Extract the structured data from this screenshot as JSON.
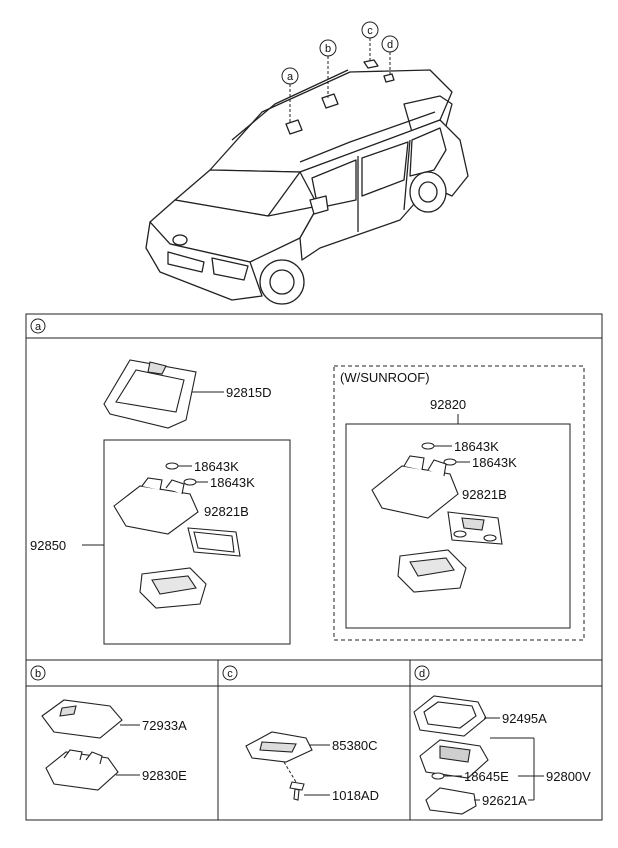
{
  "callouts": {
    "a": "a",
    "b": "b",
    "c": "c",
    "d": "d"
  },
  "panel_a": {
    "tag": "a",
    "parts": {
      "lens_cover": "92815D",
      "lamp_assy": "92850",
      "bulb_1": "18643K",
      "bulb_2": "18643K",
      "lens": "92821B"
    },
    "sunroof": {
      "title": "(W/SUNROOF)",
      "assy": "92820",
      "bulb_1": "18643K",
      "bulb_2": "18643K",
      "lens": "92821B"
    }
  },
  "panel_b": {
    "tag": "b",
    "parts": {
      "cover": "72933A",
      "lamp": "92830E"
    }
  },
  "panel_c": {
    "tag": "c",
    "parts": {
      "lamp": "85380C",
      "screw": "1018AD"
    }
  },
  "panel_d": {
    "tag": "d",
    "parts": {
      "bezel": "92495A",
      "bulb": "18645E",
      "assy": "92800V",
      "lens": "92621A"
    }
  }
}
